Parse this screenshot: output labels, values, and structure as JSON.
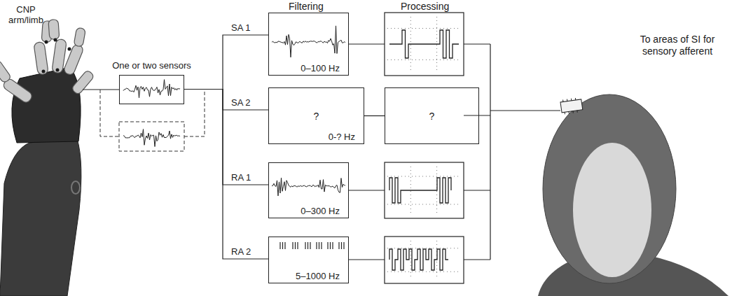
{
  "diagram": {
    "nodes": [
      {
        "text": [
          "One or two sensors"
        ]
      },
      {
        "text": [
          "0–100 Hz"
        ]
      },
      {
        "text": [
          "?",
          "0-? Hz"
        ]
      },
      {
        "text": [
          "0–300 Hz"
        ]
      },
      {
        "text": [
          "5–1000 Hz"
        ]
      },
      {
        "text": [
          "?"
        ]
      }
    ],
    "edges": [
      {
        "from": 0,
        "to": 1,
        "arrow": "none"
      },
      {
        "from": 0,
        "to": 2,
        "arrow": "none"
      },
      {
        "from": 0,
        "to": 3,
        "arrow": "none"
      },
      {
        "from": 0,
        "to": 4,
        "arrow": "none"
      },
      {
        "from": 2,
        "to": 5,
        "arrow": "none"
      }
    ],
    "labels": [
      "CNP arm/limb",
      "Filtering",
      "Processing",
      "SA 1",
      "SA 2",
      "RA 1",
      "RA 2",
      "To areas of SI for sensory afferent"
    ]
  }
}
